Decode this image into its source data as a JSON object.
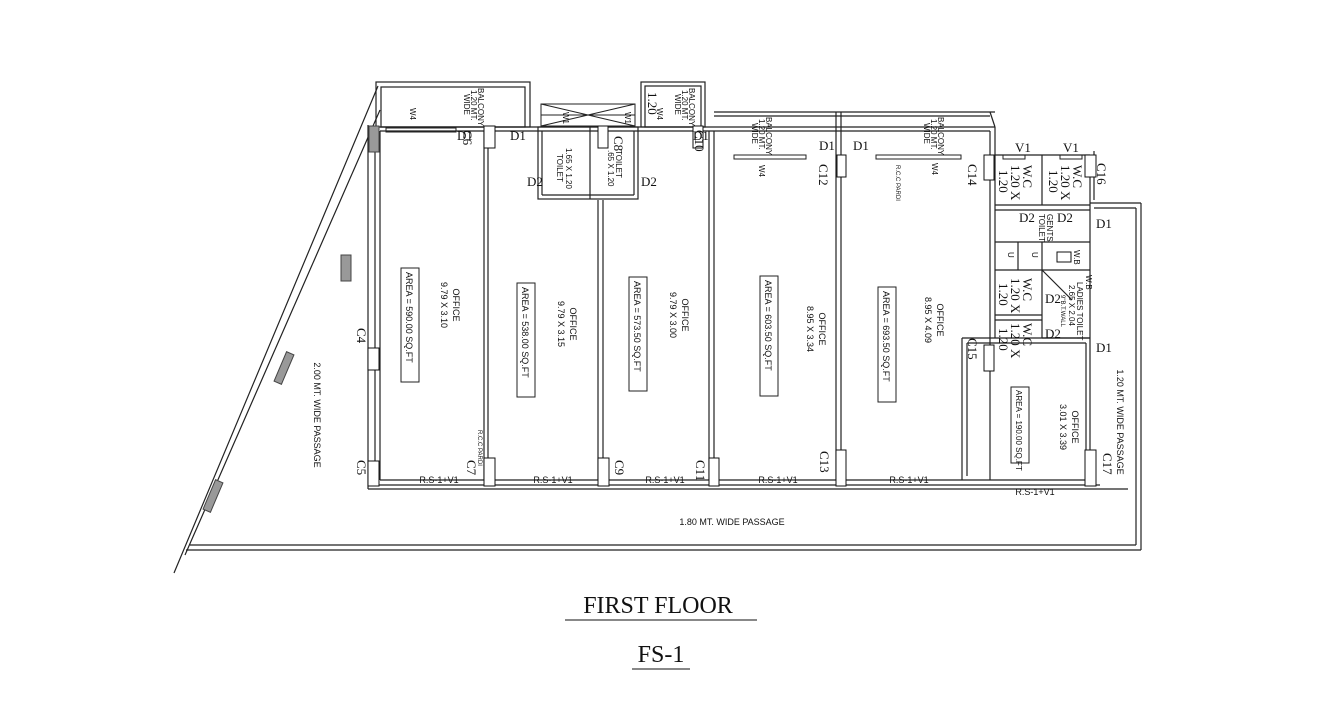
{
  "drawing": {
    "title": "FIRST FLOOR",
    "code": "FS-1"
  },
  "passages": {
    "front": "1.80 MT. WIDE PASSAGE",
    "left": "2.00 MT. WIDE PASSAGE",
    "right": "1.20 MT. WIDE PASSAGE"
  },
  "offices": [
    {
      "name": "OFFICE",
      "dims": "9.79 X 3.10",
      "area": "AREA = 590.00 SQ.FT"
    },
    {
      "name": "OFFICE",
      "dims": "9.79 X 3.15",
      "area": "AREA = 538.00 SQ.FT"
    },
    {
      "name": "OFFICE",
      "dims": "9.79 X 3.00",
      "area": "AREA = 573.50 SQ.FT"
    },
    {
      "name": "OFFICE",
      "dims": "8.95 X 3.34",
      "area": "AREA = 603.50 SQ.FT"
    },
    {
      "name": "OFFICE",
      "dims": "8.95 X 4.09",
      "area": "AREA = 693.50 SQ.FT"
    },
    {
      "name": "OFFICE",
      "dims": "3.01 X 3.39",
      "area": "AREA = 190.00 SQ.FT"
    }
  ],
  "columns": [
    "C4",
    "C5",
    "C6",
    "C7",
    "C8",
    "C9",
    "C10",
    "C11",
    "C12",
    "C13",
    "C14",
    "C15",
    "C16",
    "C17"
  ],
  "doors": {
    "d1": "D1",
    "d2": "D2"
  },
  "windows": {
    "w4": "W4",
    "v1": "V1"
  },
  "shutter": "R.S-1+V1",
  "balcony": {
    "l1": "BALCONY",
    "l2": "1.20 MT.",
    "l3": "WIDE"
  },
  "toilet": {
    "label": "TOILET",
    "size_a": "1.65 X 1.20",
    "size_b": ".65 X 1.20",
    "gents": "GENTS",
    "gents2": "TOILET",
    "ladies": "LADIES TOILET",
    "ladies_size": "2.65 X 2.04",
    "wc": "W.C",
    "wc_size": "1.20 X",
    "wc_size2": "1.20",
    "wb": "W.B",
    "u": "U",
    "w1": "W1",
    "wall": "9\"B.T.WALL"
  },
  "rcc": "R.C.C PARDI",
  "misc": {
    "small_dim": "1.20"
  }
}
